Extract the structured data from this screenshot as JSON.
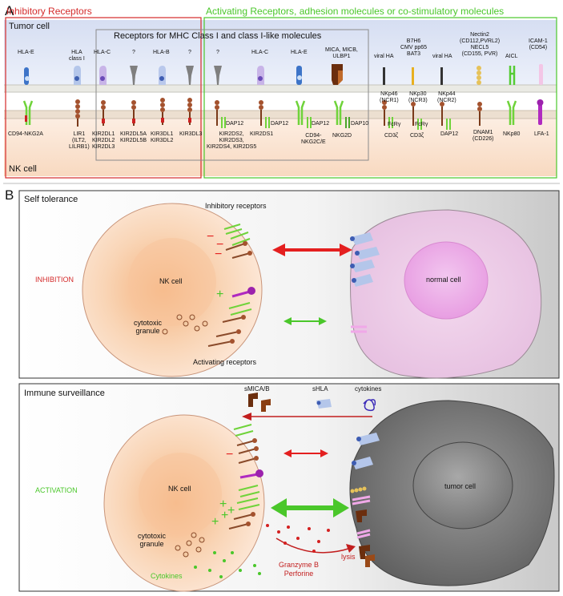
{
  "panel_a": {
    "letter": "A",
    "inhibitory_header": "Inhibitory Receptors",
    "activating_header": "Activating Receptors, adhesion molecules or co-stimulatory molecules",
    "tumor_cell": "Tumor cell",
    "nk_cell": "NK cell",
    "mhc_header": "Receptors for MHC Class I and class I-like molecules",
    "ligands": [
      "HLA-E",
      "HLA\nclass I",
      "HLA-C",
      "?",
      "HLA-B",
      "?",
      "?",
      "HLA-C",
      "HLA-E",
      "MICA, MICB,\nULBP1",
      "viral HA",
      "B7H6\nCMV pp65\nBAT3",
      "viral HA",
      "Nectin2\n(CD112,PVRL2)\nNECL5\n(CD155, PVR)",
      "AICL",
      "ICAM-1\n(CD54)"
    ],
    "receptors": [
      "CD94-NKG2A",
      "LIR1\n(ILT2,\nLILRB1)",
      "KIR2DL1\nKIR2DL2\nKIR2DL3",
      "KIR2DL5A\nKIR2DL5B",
      "KIR3DL1\nKIR3DL2",
      "KIR3DL3",
      "KIR2DS2,\nKIR2DS3,\nKIR2DS4, KIR2DS5",
      "KIR2DS1",
      "CD94-\nNKG2C/E",
      "NKG2D",
      "NKp46\n(NCR1)",
      "NKp30\n(NCR3)",
      "NKp44\n(NCR2)",
      "DNAM1\n(CD226)",
      "NKp80",
      "LFA-1"
    ],
    "adaptors": [
      "DAP12",
      "DAP12",
      "DAP12",
      "DAP10",
      "FcRγ",
      "CD3ζ",
      "FcRγ",
      "CD3ζ",
      "DAP12"
    ]
  },
  "panel_b": {
    "letter": "B",
    "self_tolerance": {
      "title": "Self tolerance",
      "inhibitory_receptors": "Inhibitory receptors",
      "activating_receptors": "Activating receptors",
      "state": "INHIBITION",
      "nk_cell": "NK cell",
      "granule": "cytotoxic\ngranule",
      "target": "normal cell"
    },
    "immune_surveillance": {
      "title": "Immune surveillance",
      "state": "ACTIVATION",
      "nk_cell": "NK cell",
      "granule": "cytotoxic\ngranule",
      "target": "tumor cell",
      "soluble": [
        "sMICA/B",
        "sHLA",
        "cytokines"
      ],
      "cytokines": "Cytokines",
      "granzyme": "Granzyme B\nPerforine",
      "lysis": "lysis"
    }
  },
  "colors": {
    "inhibitory": "#d42a2a",
    "activating": "#4ac72a",
    "tumor_band": "#dbe3f4",
    "nk_band": "#fbe4d2"
  }
}
